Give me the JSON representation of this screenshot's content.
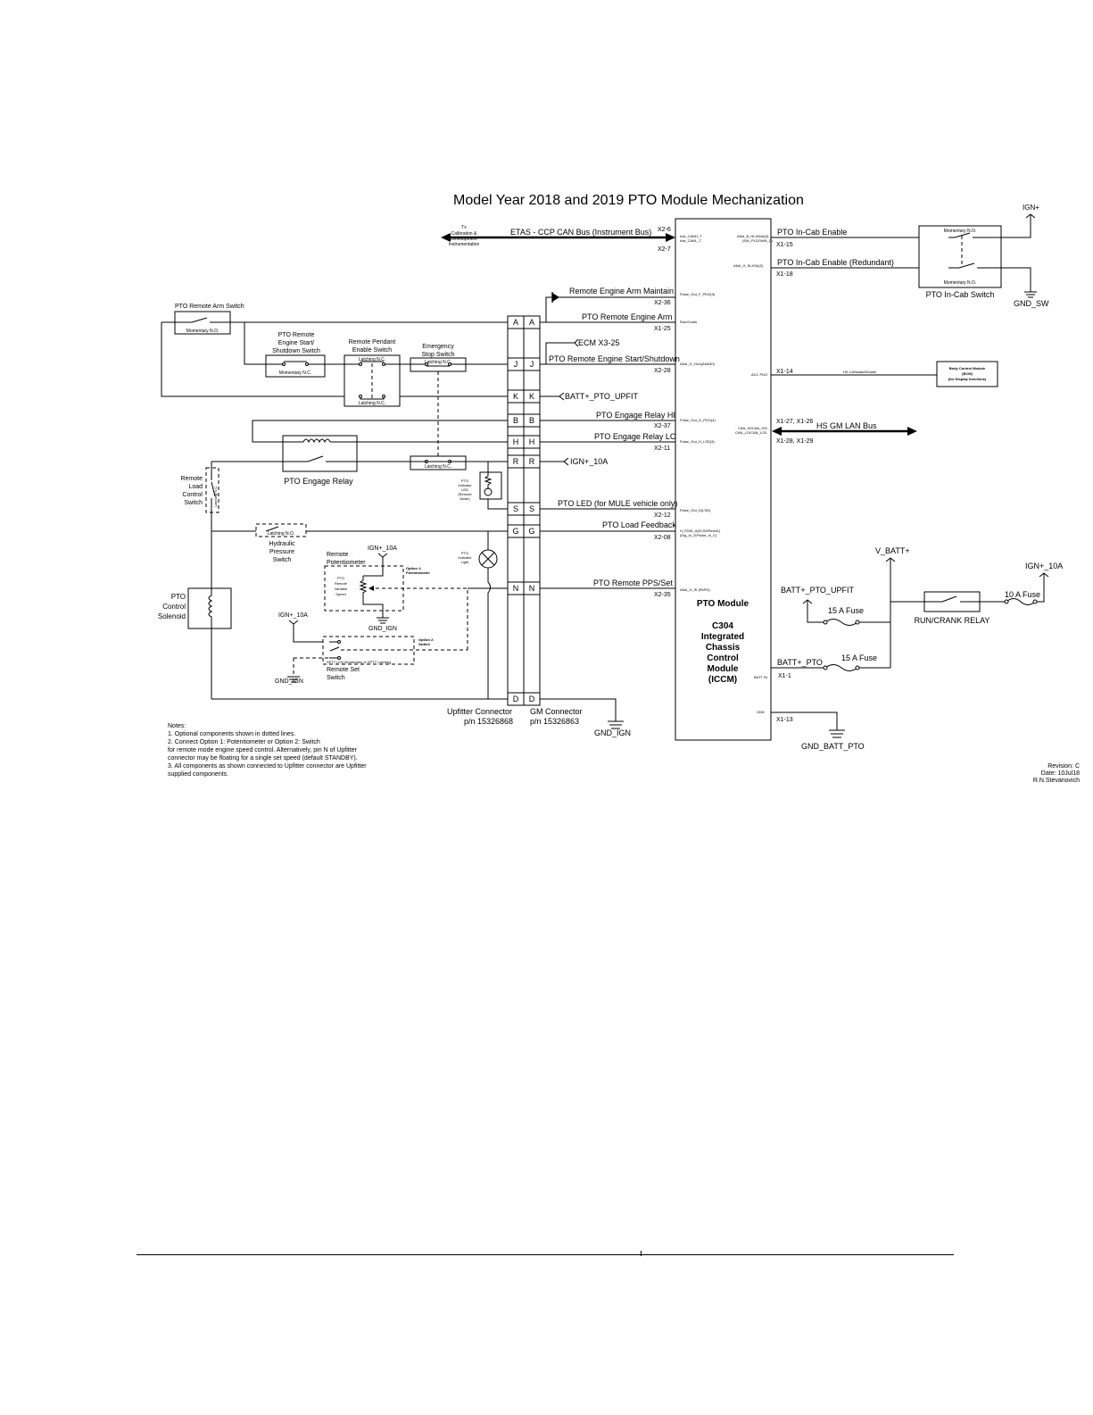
{
  "title": "Model Year 2018 and 2019 PTO Module Mechanization",
  "connectors": {
    "pins": [
      "A",
      "J",
      "K",
      "B",
      "H",
      "R",
      "S",
      "G",
      "N",
      "D"
    ],
    "upfitter_label": "Upfitter Connector",
    "upfitter_pn": "p/n 15326868",
    "gm_label": "GM Connector",
    "gm_pn": "p/n 15326863"
  },
  "module": {
    "name": "PTO Module",
    "lines": [
      "C304",
      "Integrated",
      "Chassis",
      "Control",
      "Module",
      "(ICCM)"
    ]
  },
  "labels": {
    "tx_calib": [
      "Tx",
      "Calibration &",
      "Development",
      "Instrumentation"
    ],
    "etas_bus": "ETAS - CCP CAN Bus (Instrument Bus)",
    "x2_6": "X2-6",
    "x2_7": "X2-7",
    "pin_can_h": "Inst_CANH_T",
    "pin_can_l": "Inst_CANL_T",
    "pto_incab_enable": "PTO In-Cab Enable",
    "pto_incab_enable_red": "PTO In-Cab Enable (Redundant)",
    "x1_15": "X1-15",
    "x1_18": "X1-18",
    "pin_ana_b": "ANA_B_HLSAVA(3)",
    "pin_ana_b2": "(SW_PLDOWN_C)",
    "pin_ana_h": "ANA_H_SLKSA(2)",
    "momentary_no": "Momentary N.O.",
    "pto_incab_switch": "PTO In-Cab Switch",
    "ign_plus": "IGN+",
    "gnd_sw": "GND_SW",
    "remote_engine_arm_maintain": "Remote Engine Arm Maintain",
    "x2_36": "X2-36",
    "pin_pulse_f": "Pulse_Out_F_PDO(3)",
    "pto_remote_engine_arm": "PTO Remote Engine Arm",
    "x1_25": "X1-25",
    "pin_start": "Run/Crank",
    "ecm_x3_25": "ECM X3-25",
    "pto_remote_start": "PTO Remote Engine Start/Shutdown",
    "x2_28": "X2-28",
    "pin_ana_g": "ANA_G_HLA(ANA30)",
    "x1_14": "X1-14",
    "hs_canwake": "HS CANwakeEnable",
    "pin_acc": "ACC PDO",
    "bcm": [
      "Body Control Module",
      "(BCM)",
      "(for Display functions)"
    ],
    "batt_pto_upfit": "BATT+_PTO_UPFIT",
    "pto_engage_relay_hi": "PTO Engage Relay HI",
    "x2_37": "X2-37",
    "pin_pulse_g": "Pulse_Out_G_PDO(4)",
    "pto_engage_relay_lo": "PTO Engage Relay LO",
    "x2_11": "X2-11",
    "pin_pulse_h": "Pulse_Out_H_LSD(3)",
    "x1_27": "X1-27, X1-26",
    "x1_28": "X1-28, X1-29",
    "hs_gm_lan": "HS GM LAN Bus",
    "pin_can_hi": "CAN_HI/CAN_HI3",
    "pin_can_lo": "CAN_LO/CAN_LO3",
    "ign_10a": "IGN+_10A",
    "pto_led": "PTO LED (for MULE vehicle only)",
    "x2_12": "X2-12",
    "pin_pulse_s": "Pulse_Out_D(LSD)",
    "pto_load_feedback": "PTO Load Feedback",
    "x2_08": "X2-08",
    "pin_fb1": "H_FDIN_A(DI,SDReset1)",
    "pin_fb2": "(Dig_In_G/Pulse_In_C)",
    "pto_remote_pps": "PTO Remote PPS/Set",
    "x2_35": "X2-35",
    "pin_ana": "ANA_H_SI (PAPD)",
    "v_batt": "V_BATT+",
    "ign_10a_right": "IGN+_10A",
    "batt_pto_upfit_right": "BATT+_PTO_UPFIT",
    "fuse_15a_1": "15 A Fuse",
    "fuse_10a": "10 A Fuse",
    "run_crank_relay": "RUN/CRANK RELAY",
    "batt_pto": "BATT+_PTO",
    "fuse_15a_2": "15 A Fuse",
    "x1_1": "X1-1",
    "pin_batt": "BATT IN",
    "pin_gnd": "GND",
    "x1_13": "X1-13",
    "gnd_batt_pto": "GND_BATT_PTO",
    "gnd_ign_conn": "GND_IGN",
    "pto_remote_arm_switch": "PTO Remote Arm Switch",
    "momentary_no_arm": "Momentary N.O.",
    "pto_remote_start_switch": [
      "PTO Remote",
      "Engine Start/",
      "Shutdown Switch"
    ],
    "momentary_nc": "Momentary N.C.",
    "remote_pendant": [
      "Remote Pendant",
      "Enable Switch"
    ],
    "latching_nc_1": "Latching N.C.",
    "latching_nc_2": "Latching N.C.",
    "emergency_stop": [
      "Emergency",
      "Stop Switch"
    ],
    "latching_nc_3": "Latching N.C.",
    "latching_nc_4": "Latching N.C.",
    "pto_engage_relay": "PTO Engage Relay",
    "remote_load_switch": [
      "Remote",
      "Load",
      "Control",
      "Switch"
    ],
    "latching_nc_v": "Latching N.C.",
    "pto_indicator_led": [
      "PTO",
      "Indicator",
      "LED",
      "(Remote",
      "Mode)"
    ],
    "latching_no": "Latching N.O.",
    "hydraulic_switch": [
      "Hydraulic",
      "Pressure",
      "Switch"
    ],
    "remote_pot": [
      "Remote",
      "Potentiometer"
    ],
    "ign_10a_pot": "IGN+_10A",
    "option1": [
      "Option 1:",
      "Potentiometer"
    ],
    "pot_inner": [
      "PTO",
      "Remote",
      "Variable",
      "Speed"
    ],
    "gnd_ign_pot": "GND_IGN",
    "pto_indicator_light": [
      "PTO",
      "Indicator",
      "Light"
    ],
    "pto_control_solenoid": [
      "PTO",
      "Control",
      "Solenoid"
    ],
    "ign_10a_sw": "IGN+_10A",
    "option2": [
      "Option 2:",
      "Switch"
    ],
    "spst_note": "SPTT (C5) Momentary or SPTT Latching",
    "remote_set_switch": [
      "Remote Set",
      "Switch"
    ],
    "gnd_ign_sw": "GND_IGN"
  },
  "notes": [
    "Notes:",
    "1.  Optional components shown in dotted lines.",
    "2.  Connect Option 1:  Potentiometer or  Option 2:  Switch",
    "for remote mode engine speed control.  Alternatively, pin N of Upfitter",
    "connector may be floating for a single set speed (default STANDBY).",
    "3. All components as shown connected to Upfitter connector are Upfitter",
    "supplied components."
  ],
  "revision": [
    "Revision: C",
    "Date: 10Jul18",
    "R.N.Stevanovich"
  ]
}
